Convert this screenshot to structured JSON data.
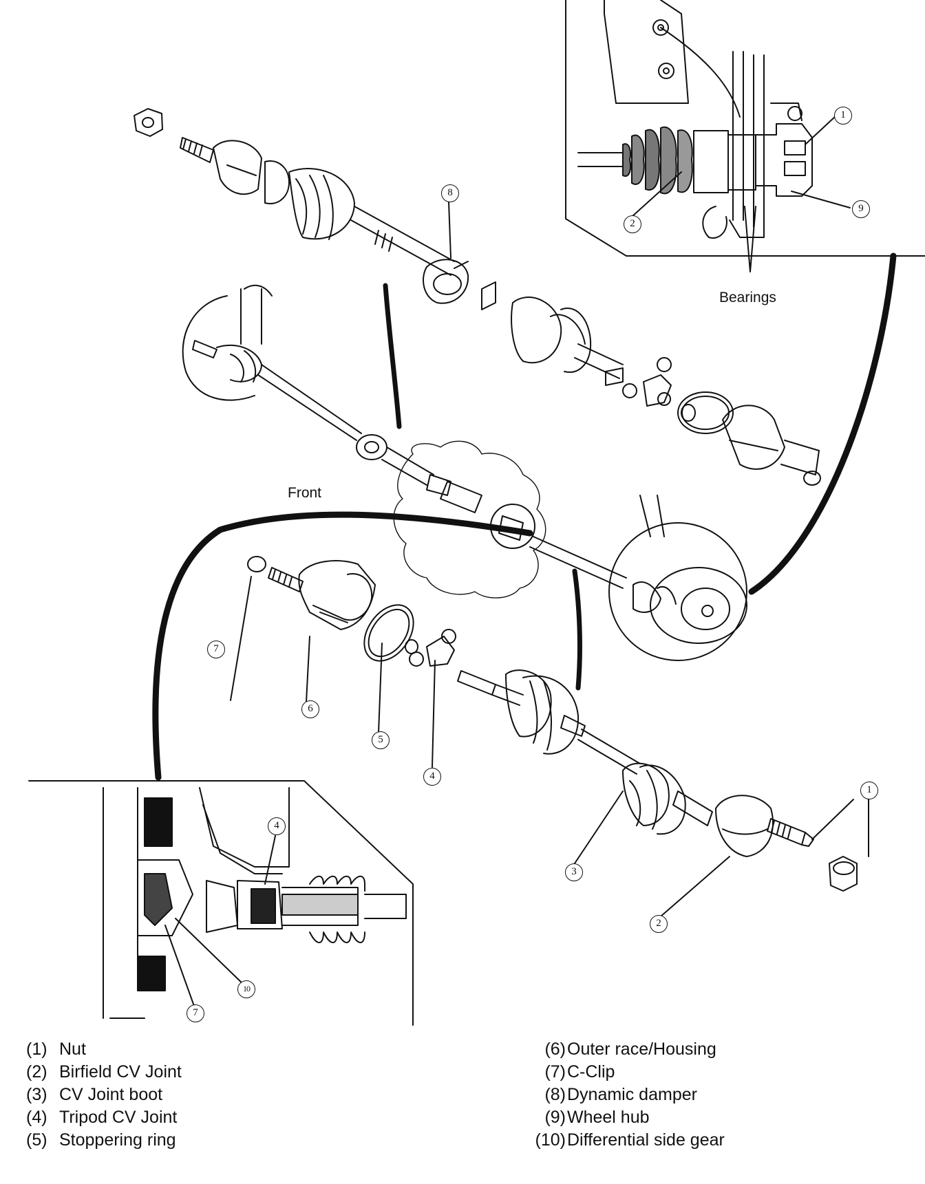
{
  "labels": {
    "bearings": "Bearings",
    "front": "Front"
  },
  "callouts": {
    "c1": "1",
    "c2": "2",
    "c3": "3",
    "c4": "4",
    "c5": "5",
    "c6": "6",
    "c7": "7",
    "c8": "8",
    "c9": "9",
    "c10": "10"
  },
  "legend": {
    "left": [
      {
        "num": "(1)",
        "text": "Nut"
      },
      {
        "num": "(2)",
        "text": "Birfield CV Joint"
      },
      {
        "num": "(3)",
        "text": "CV Joint boot"
      },
      {
        "num": "(4)",
        "text": "Tripod CV Joint"
      },
      {
        "num": "(5)",
        "text": "Stoppering ring"
      }
    ],
    "right": [
      {
        "num": "(6)",
        "text": "Outer race/Housing"
      },
      {
        "num": "(7)",
        "text": "C-Clip"
      },
      {
        "num": "(8)",
        "text": "Dynamic damper"
      },
      {
        "num": "(9)",
        "text": "Wheel hub"
      },
      {
        "num": "(10)",
        "text": "Differential side gear"
      }
    ]
  }
}
